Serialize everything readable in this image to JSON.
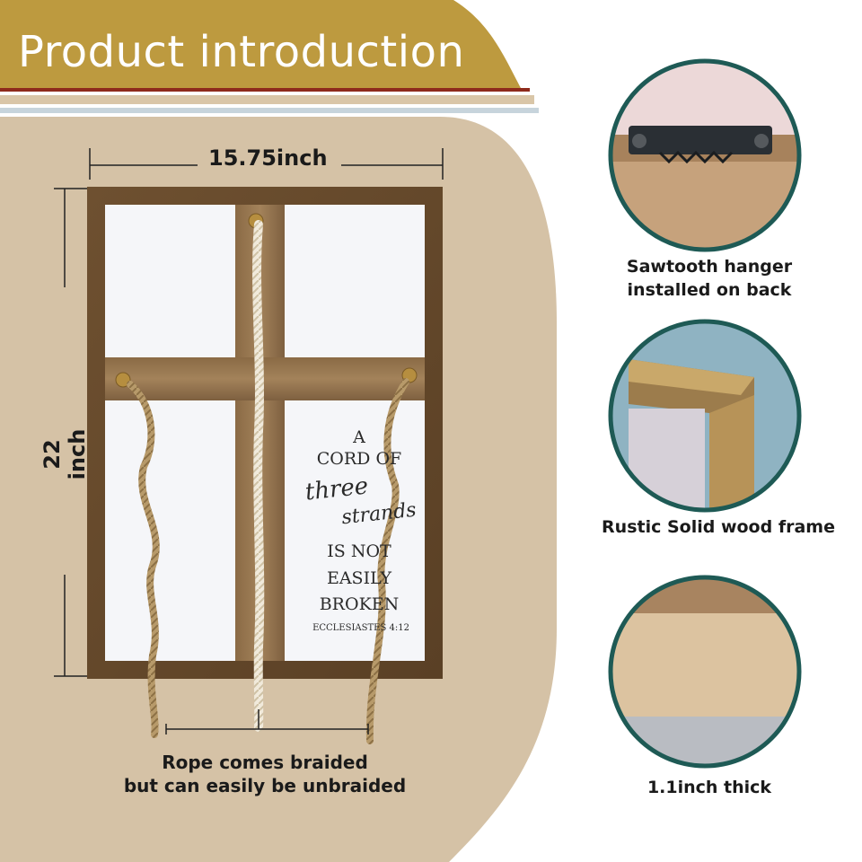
{
  "title": "Product introduction",
  "dimensions": {
    "width": "15.75inch",
    "height": "22 inch"
  },
  "verse": {
    "a": "A",
    "cord_of": "CORD OF",
    "three": "three",
    "strands": "strands",
    "is_not": "IS NOT",
    "easily": "EASILY",
    "broken": "BROKEN",
    "reference": "ECCLESIASTES 4:12"
  },
  "captions": {
    "rope_line1": "Rope comes braided",
    "rope_line2": "but can easily be unbraided",
    "hanger_line1": "Sawtooth hanger",
    "hanger_line2": "installed on back",
    "frame": "Rustic Solid wood frame",
    "thick": "1.1inch thick"
  },
  "colors": {
    "banner_gold": "#bd9a3f",
    "panel_tan": "#d5c2a6",
    "frame_wood": "#7a5a36",
    "circle_border": "#1e5a55",
    "text_dark": "#1a1a1a"
  }
}
